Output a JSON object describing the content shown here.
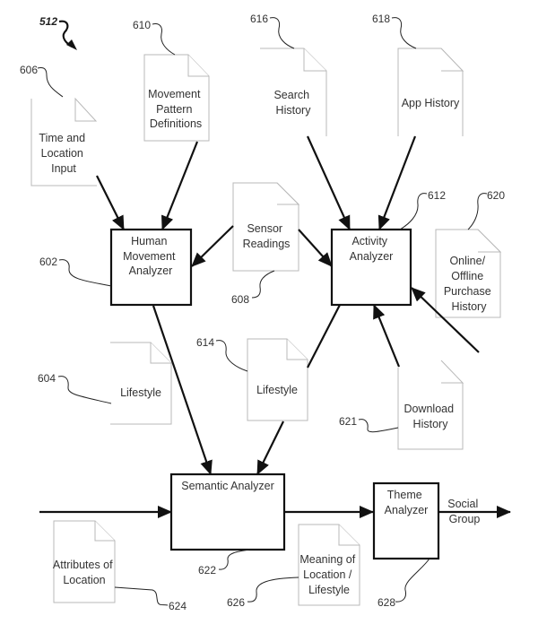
{
  "figure_ref": "512",
  "analyzers": {
    "human_movement": {
      "ref": "602",
      "lines": [
        "Human",
        "Movement",
        "Analyzer"
      ]
    },
    "activity": {
      "ref": "612",
      "lines": [
        "Activity",
        "Analyzer"
      ]
    },
    "semantic": {
      "ref": "622",
      "lines": [
        "Semantic Analyzer"
      ]
    },
    "theme": {
      "ref": "628",
      "lines": [
        "Theme",
        "Analyzer"
      ]
    }
  },
  "documents": {
    "time_location": {
      "ref": "606",
      "lines": [
        "Time and",
        "Location",
        "Input"
      ]
    },
    "movement_pattern": {
      "ref": "610",
      "lines": [
        "Movement",
        "Pattern",
        "Definitions"
      ]
    },
    "search_history": {
      "ref": "616",
      "lines": [
        "Search",
        "History"
      ]
    },
    "app_history": {
      "ref": "618",
      "lines": [
        "App History"
      ]
    },
    "sensor_readings": {
      "ref": "608",
      "lines": [
        "Sensor",
        "Readings"
      ]
    },
    "purchase_history": {
      "ref": "620",
      "lines": [
        "Online/",
        "Offline",
        "Purchase",
        "History"
      ]
    },
    "lifestyle_left": {
      "ref": "604",
      "lines": [
        "Lifestyle"
      ]
    },
    "lifestyle_right": {
      "ref": "614",
      "lines": [
        "Lifestyle"
      ]
    },
    "download_history": {
      "ref": "621",
      "lines": [
        "Download",
        "History"
      ]
    },
    "attributes_location": {
      "ref": "624",
      "lines": [
        "Attributes of",
        "Location"
      ]
    },
    "meaning_location": {
      "ref": "626",
      "lines": [
        "Meaning of",
        "Location /",
        "Lifestyle"
      ]
    }
  },
  "output": {
    "lines": [
      "Social",
      "Group"
    ]
  }
}
